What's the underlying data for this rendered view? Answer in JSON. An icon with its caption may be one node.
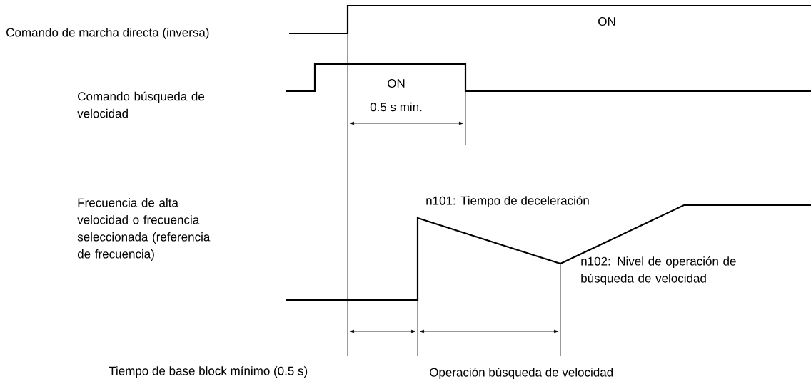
{
  "diagram": {
    "labels": [
      "Comando de marcha directa (inversa)",
      "ON",
      "Comando búsqueda de velocidad",
      "ON",
      "0.5 s min.",
      "Frecuencia de alta velocidad o frecuencia seleccionada (referencia de frecuencia)",
      "n101: Tiempo de deceleración",
      "n102: Nivel de operación de búsqueda de velocidad",
      "Tiempo de base block mínimo (0.5 s)",
      "Operación búsqueda de velocidad"
    ]
  }
}
